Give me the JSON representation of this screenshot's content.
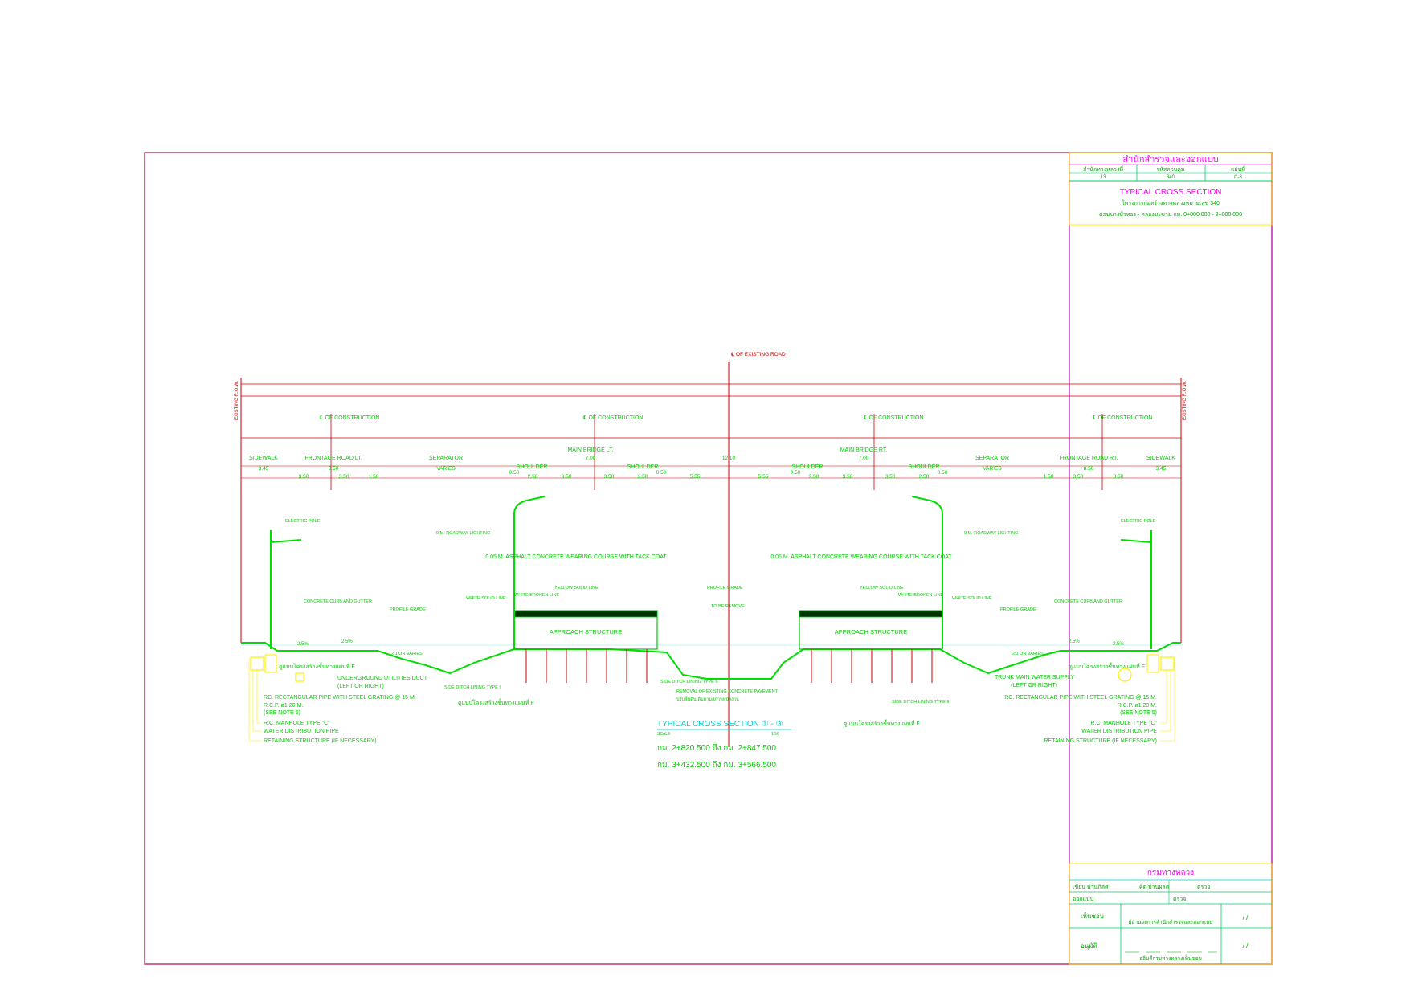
{
  "title_block": {
    "office": "สำนักสำรวจและออกแบบ",
    "headers": [
      "สำนักทางหลวงที่",
      "รหัสควบคุม",
      "แผ่นที่"
    ],
    "values": [
      "13",
      "340",
      "C-3"
    ],
    "sheet_title": "TYPICAL CROSS SECTION",
    "project": "โครงการก่อสร้างทางหลวงหมายเลข 340",
    "route": "ตอนบางบัวทอง - คลองมะขาม กม. 0+000.000 - 8+000.000"
  },
  "approval_block": {
    "department": "กรมทางหลวง",
    "rows": [
      "เขียน  บ่านภิลศ",
      "คิด  บ่านผลค",
      "ตรวจ",
      "ออกแบบ",
      "ตรวจ"
    ],
    "checked_label": "เห็นชอบ",
    "checked_by": "ผู้อำนวยการสำนักสำรวจและออกแบบ",
    "approved_label": "อนุมัติ",
    "approved_by": "อธิบดีกรมทางหลวงเห็นชอบ",
    "date_mark": "/   /"
  },
  "drawing": {
    "existing_centerline": "℄ OF EXISTING ROAD",
    "construction_centerline": "℄ OF CONSTRUCTION",
    "row_left": "EXISTING R.O.W.",
    "row_right": "EXISTING R.O.W.",
    "segments_left": [
      "SIDEWALK",
      "FRONTAGE ROAD LT.",
      "SEPARATOR",
      "SHOULDER",
      "MAIN BRIDGE LT.",
      "SHOULDER"
    ],
    "segments_right": [
      "SHOULDER",
      "MAIN BRIDGE RT.",
      "SHOULDER",
      "SEPARATOR",
      "FRONTAGE ROAD RT.",
      "SIDEWALK"
    ],
    "bridge_label": "MAIN BRIDGE",
    "shoulder_label": "SHOULDER",
    "separator_varies": "VARIES",
    "dims_left": [
      "3.45",
      "3.50",
      "3.50",
      "1.50",
      "0.50",
      "2.50",
      "3.50",
      "3.50",
      "2.50",
      "0.50"
    ],
    "dims_right": [
      "0.50",
      "2.50",
      "3.50",
      "3.50",
      "2.50",
      "0.50",
      "1.50",
      "3.50",
      "3.50",
      "3.45"
    ],
    "median_dims": [
      "5.55",
      "5.55"
    ],
    "median_total": "12.10",
    "frontage_width": "8.50",
    "bridge_width": "7.00",
    "electric_pole": "ELECTRIC POLE",
    "roadway_lighting": "9 M. ROADWAY LIGHTING",
    "wearing_course": "0.05 M. ASPHALT CONCRETE WEARING COURSE WITH TACK COAT",
    "yellow_solid": "YELLOW SOLID LINE",
    "white_broken": "WHITE BROKEN LINE",
    "white_solid": "WHITE SOLID LINE",
    "profile_grade": "PROFILE GRADE",
    "curb_gutter": "CONCRETE CURB AND GUTTER",
    "approach_structure": "APPROACH STRUCTURE",
    "to_be_remove": "TO BE REMOVE",
    "slope_pct": "2.5%",
    "cut_slope": "2:1 OR VARIES",
    "side_ditch": "SIDE DITCH LINING TYPE II",
    "removal_existing": "REMOVAL OF EXISTING CONCRETE PAVEMENT",
    "underground_duct": "UNDERGROUND UTILITIES DUCT",
    "left_or_right": "(LEFT OR RIGHT)",
    "trunk_main": "TRUNK MAIN WATER SUPPLY",
    "rc_rect_pipe": "RC. RECTANGULAR PIPE WITH STEEL GRATING @ 15 M.",
    "rcp": "R.C.P. ø1.20 M.",
    "see_note": "(SEE NOTE 5)",
    "manhole": "R.C. MANHOLE TYPE \"C\"",
    "water_pipe": "WATER DISTRIBUTION PIPE",
    "retaining": "RETAINING STRUCTURE (IF NECESSARY)",
    "thai_note": "ดูแบบโครงสร้างชั้นทางแผ่นที่ F",
    "thai_note_center": "ปรับพื้นดินเดิมตามสภาพหน้างาน"
  },
  "section": {
    "title": "TYPICAL CROSS SECTION ① - ③",
    "scale_left": "SCALE",
    "scale_right": "1:50",
    "range1": "กม. 2+820.500  ถึง  กม. 2+847.500",
    "range2": "กม. 3+432.500  ถึง  กม. 3+566.500"
  },
  "colors": {
    "border": "#cc44cc",
    "frame": "#ff66ff",
    "structure": "#00dd00",
    "dimension": "#cc0000",
    "pipe": "#ffee00",
    "accent": "#00cccc"
  }
}
